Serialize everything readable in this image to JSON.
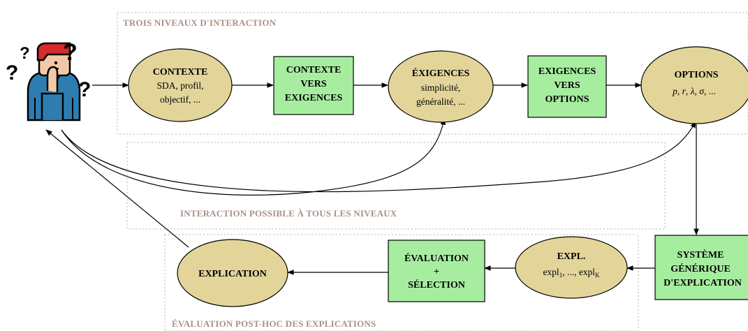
{
  "regions": {
    "levels": "TROIS NIVEAUX D'INTERACTION",
    "interaction": "INTERACTION POSSIBLE À TOUS LES NIVEAUX",
    "posthoc": "ÉVALUATION POST-HOC DES EXPLICATIONS"
  },
  "nodes": {
    "contexte": {
      "title": "CONTEXTE",
      "line1": "SDA, profil,",
      "line2": "objectif, ..."
    },
    "contexte_exigences": {
      "line1": "CONTEXTE",
      "line2": "VERS",
      "line3": "EXIGENCES"
    },
    "exigences": {
      "title": "ÉXIGENCES",
      "line1": "simplicité,",
      "line2": "généralité, ..."
    },
    "exigences_options": {
      "line1": "EXIGENCES",
      "line2": "VERS",
      "line3": "OPTIONS"
    },
    "options": {
      "title": "OPTIONS",
      "p": "p",
      "sep1": ", ",
      "r": "r",
      "lambda": "λ",
      "sigma": "σ",
      "ellipsis": ", ..."
    },
    "systeme": {
      "line1": "SYSTÈME",
      "line2": "GÉNÉRIQUE",
      "line3": "D'EXPLICATION"
    },
    "expl": {
      "title": "EXPL.",
      "first": "expl",
      "first_sub": "1",
      "mid": ", ..., ",
      "last": "expl",
      "last_sub": "K"
    },
    "evaluation": {
      "line1": "ÉVALUATION",
      "line2": "+",
      "line3": "SÉLECTION"
    },
    "explication": {
      "title": "EXPLICATION"
    }
  },
  "user": {
    "icon": "confused-user-icon",
    "marks": [
      "?",
      "?",
      "?",
      "?"
    ]
  },
  "colors": {
    "ellipse_fill": "#e3d59a",
    "box_fill": "#a7eda0",
    "region_border": "#b5b5b5",
    "region_label": "#a89288"
  }
}
